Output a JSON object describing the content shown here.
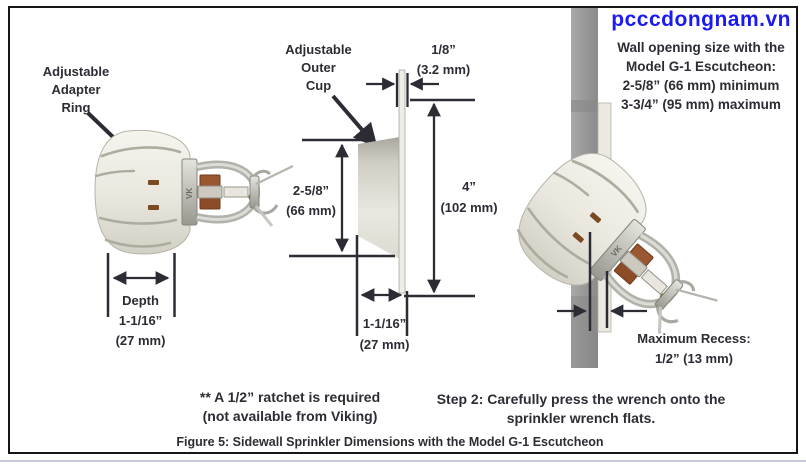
{
  "watermark": "pcccdongnam.vn",
  "wall_opening_note": [
    "Wall opening size with the",
    "Model G-1 Escutcheon:",
    "2-5/8” (66 mm) minimum",
    "3-3/4” (95 mm) maximum"
  ],
  "left": {
    "label": [
      "Adjustable",
      "Adapter",
      "Ring"
    ],
    "depth": [
      "Depth",
      "1-1/16”",
      "(27 mm)"
    ]
  },
  "middle": {
    "label": [
      "Adjustable",
      "Outer",
      "Cup"
    ],
    "thickness": [
      "1/8”",
      "(3.2 mm)"
    ],
    "cup_od": [
      "2-5/8”",
      "(66 mm)"
    ],
    "flange_od": [
      "4”",
      "(102 mm)"
    ],
    "cup_depth": [
      "1-1/16”",
      "(27 mm)"
    ]
  },
  "right": {
    "recess": [
      "Maximum Recess:",
      "1/2” (13 mm)"
    ]
  },
  "sprinkler_mark": "VK",
  "notes": {
    "ratchet": [
      "** A 1/2” ratchet is required",
      "(not available from Viking)"
    ],
    "step2": [
      "Step 2: Carefully press the wrench onto the",
      "sprinkler wrench flats."
    ]
  },
  "caption": "Figure 5: Sidewall Sprinkler Dimensions with the Model G-1 Escutcheon",
  "colors": {
    "text": "#2c2c34",
    "watermark_blue": "#1b1af2",
    "escutcheon_cream": "#eae8df",
    "wall_gray": "#9a9a9a",
    "copper_element": "#9a5a32",
    "frame_border": "#161616"
  }
}
